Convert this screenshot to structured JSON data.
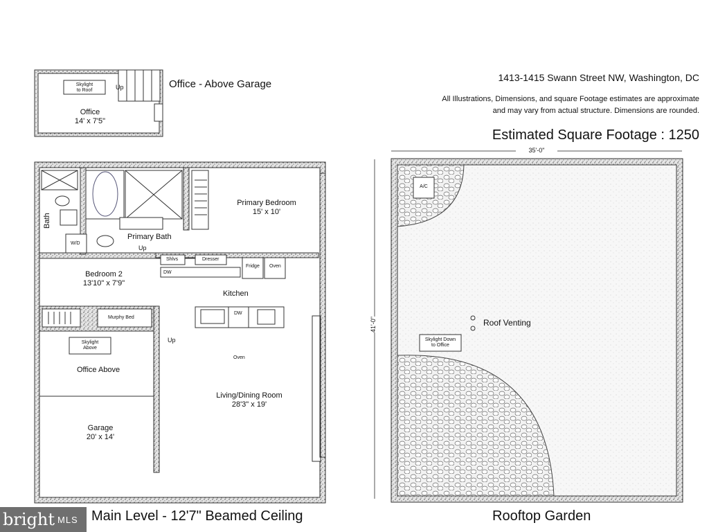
{
  "header": {
    "address": "1413-1415 Swann Street NW, Washington, DC",
    "disclaimer_line1": "All Illustrations, Dimensions, and square Footage estimates are approximate",
    "disclaimer_line2": "and may vary from actual structure. Dimensions are rounded.",
    "sqft": "Estimated Square Footage : 1250"
  },
  "office_plan": {
    "title": "Office - Above Garage",
    "skylight": [
      "Skylight",
      "to Roof"
    ],
    "up": "Up",
    "room": "Office",
    "dims": "14' x 7'5\""
  },
  "main_plan": {
    "title": "Main Level - 12'7\" Beamed Ceiling",
    "labels": {
      "bath": "Bath",
      "wd": "W/D",
      "primary_bath": "Primary Bath",
      "up1": "Up",
      "primary_bedroom": "Primary Bedroom",
      "primary_bedroom_dims": "15' x 10'",
      "shlvs": "Shlvs",
      "dresser": "Dresser",
      "fridge": "Fridge",
      "oven": "Oven",
      "dw1": "DW",
      "bedroom2": "Bedroom 2",
      "bedroom2_dims": "13'10\" x 7'9\"",
      "kitchen": "Kitchen",
      "murphy_bed": "Murphy Bed",
      "dw2": "DW",
      "skylight_above": [
        "Skylight",
        "Above"
      ],
      "up2": "Up",
      "oven2": "Oven",
      "office_above": "Office Above",
      "living": "Living/Dining Room",
      "living_dims": "28'3\" x 19'",
      "garage": "Garage",
      "garage_dims": "20' x 14'"
    }
  },
  "roof_plan": {
    "title": "Rooftop Garden",
    "width_dim": "35'-0\"",
    "height_dim": "41'-0\"",
    "ac": "A/C",
    "roof_venting": "Roof Venting",
    "skylight": [
      "Skylight Down",
      "to Office"
    ]
  },
  "watermark": {
    "brand": "bright",
    "suffix": "MLS"
  }
}
